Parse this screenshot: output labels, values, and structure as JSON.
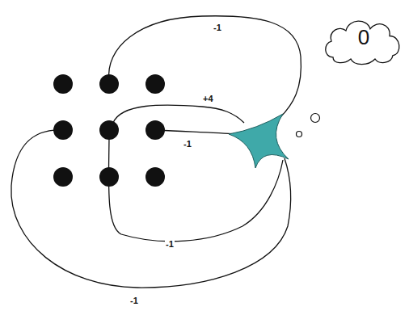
{
  "diagram": {
    "nodes": [
      {
        "text": [
          "0"
        ]
      }
    ],
    "labels": [
      "-1",
      "+4",
      "-1",
      "-1",
      "-1"
    ]
  }
}
